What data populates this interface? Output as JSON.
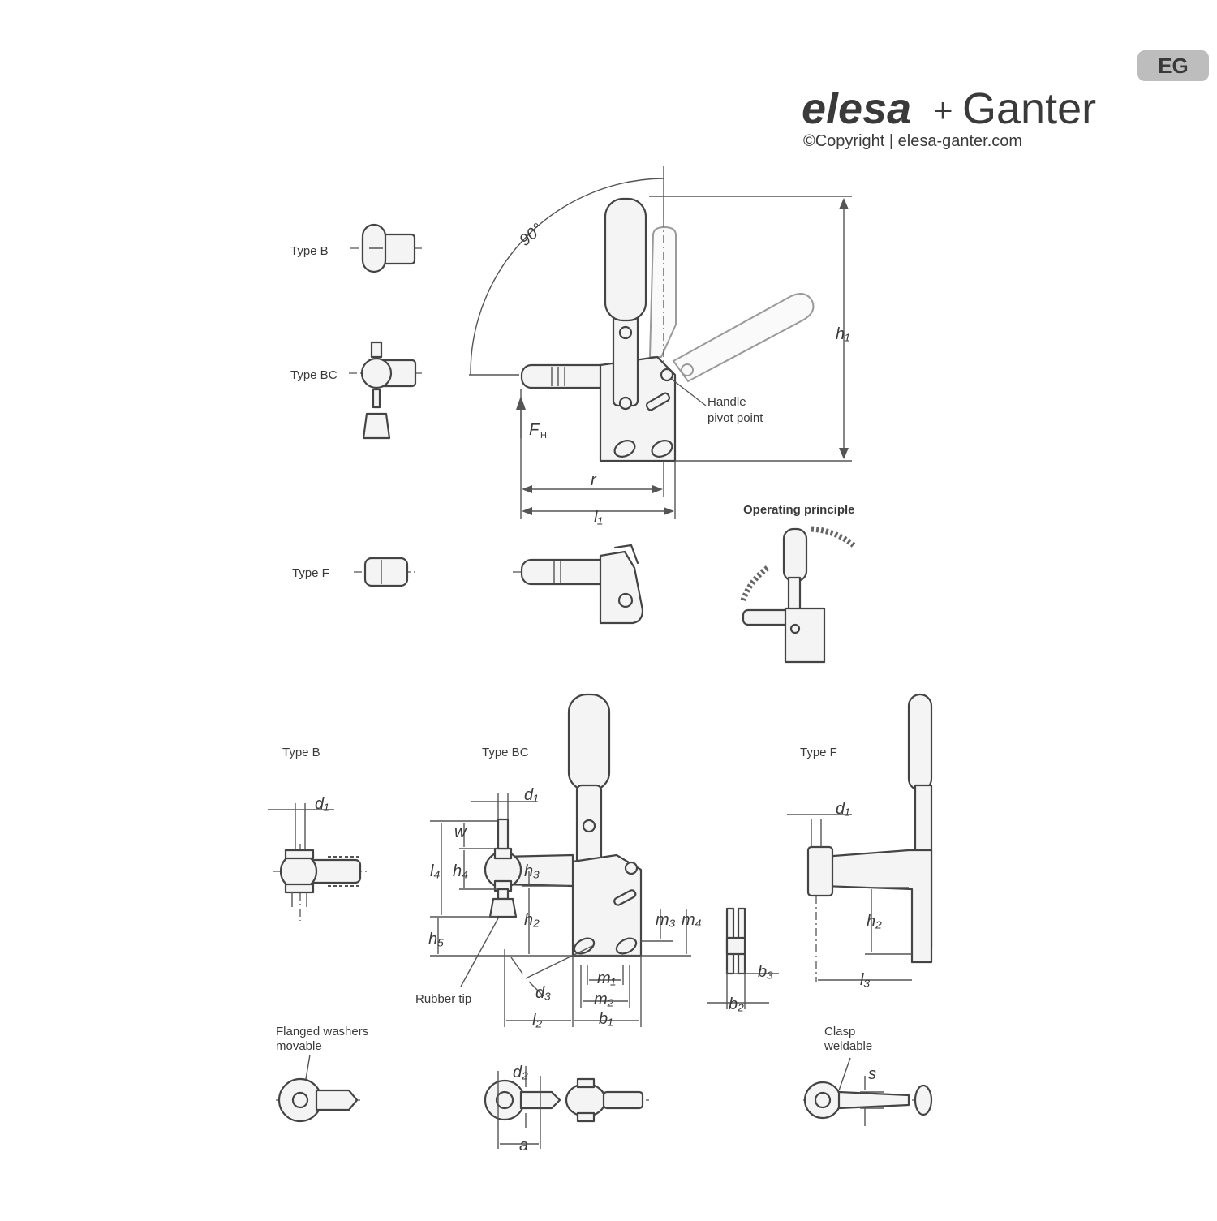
{
  "brand": {
    "name_left": "elesa",
    "plus": "+",
    "name_right": "Ganter",
    "badge": "EG",
    "copyright": "©Copyright | elesa-ganter.com"
  },
  "labels": {
    "type_b": "Type B",
    "type_bc": "Type BC",
    "type_f": "Type F",
    "angle": "90°",
    "handle_pivot_line1": "Handle",
    "handle_pivot_line2": "pivot point",
    "operating_principle": "Operating principle",
    "rubber_tip": "Rubber tip",
    "flanged_line1": "Flanged washers",
    "flanged_line2": "movable",
    "clasp_line1": "Clasp",
    "clasp_line2": "weldable"
  },
  "dimensions": {
    "h1": "h₁",
    "r": "r",
    "l1": "l₁",
    "fh": "F",
    "fh_sub": "H",
    "d1": "d₁",
    "w": "w",
    "l4": "l₄",
    "h4": "h₄",
    "h3": "h₃",
    "h2": "h₂",
    "h5": "h₅",
    "m3": "m₃",
    "m4": "m₄",
    "m1": "m₁",
    "m2": "m₂",
    "b1": "b₁",
    "b2": "b₂",
    "b3": "b₃",
    "l2": "l₂",
    "l3": "l₃",
    "d3": "d₃",
    "d2": "d₂",
    "a": "a",
    "s": "s"
  }
}
